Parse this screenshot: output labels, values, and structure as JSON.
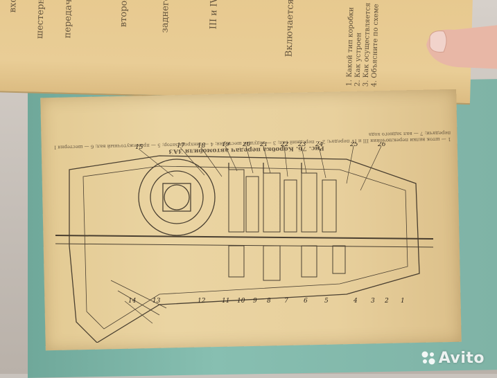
{
  "photo": {
    "subject": "open-book-gearbox-diagram",
    "top_page_words": [
      "вход",
      "шестерня",
      "передачи",
      "второй",
      "заднего",
      "III и IV",
      "Включается"
    ],
    "side_list": [
      "1. Какой тип коробки",
      "2. Как устроен",
      "3. Как осуществляется",
      "4. Объясните по схеме"
    ],
    "caption_title": "Рис. 76. Коробка передач автомобиля ЗАЗ",
    "caption_text": "1 — шток вилки переключения III и IV передач; 2 — передний вал; 3 — ведущая шестерня; 4 — синхронизатор; 5 — промежуточный вал; 6 — шестерня I передачи; 7 — вал заднего хода",
    "part_numbers_top": [
      "15",
      "17",
      "18",
      "19",
      "20",
      "21",
      "22",
      "23",
      "24",
      "25",
      "26"
    ],
    "part_numbers_bottom": [
      "14",
      "13",
      "12",
      "11",
      "10",
      "9",
      "8",
      "7",
      "6",
      "5",
      "4",
      "3",
      "2",
      "1"
    ]
  },
  "watermark": {
    "brand": "Avito"
  },
  "colors": {
    "paper": "#e8d09d",
    "cover": "#7fb3a6",
    "ink": "#3a2f24"
  }
}
